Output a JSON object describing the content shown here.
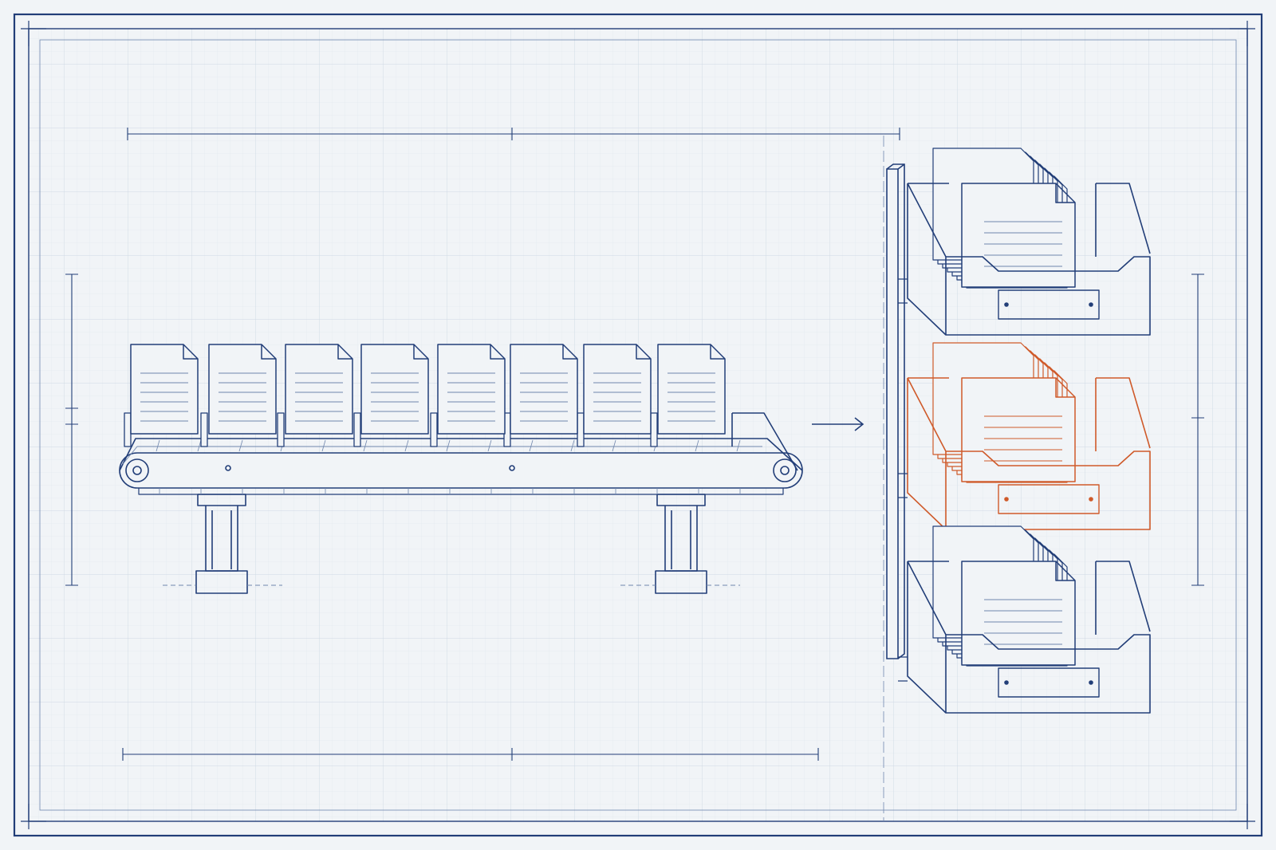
{
  "colors": {
    "background": "#f1f4f7",
    "grid_minor": "#dfe6ee",
    "grid_major": "#cfd9e4",
    "line": "#223e78",
    "line_light": "#6f86ad",
    "accent": "#cf5a2a"
  },
  "diagram": {
    "conveyor": {
      "document_count": 8,
      "divider_count": 8
    },
    "arrow": {
      "direction": "right"
    },
    "bins": [
      {
        "position": "top",
        "highlighted": false
      },
      {
        "position": "middle",
        "highlighted": true
      },
      {
        "position": "bottom",
        "highlighted": false
      }
    ]
  }
}
